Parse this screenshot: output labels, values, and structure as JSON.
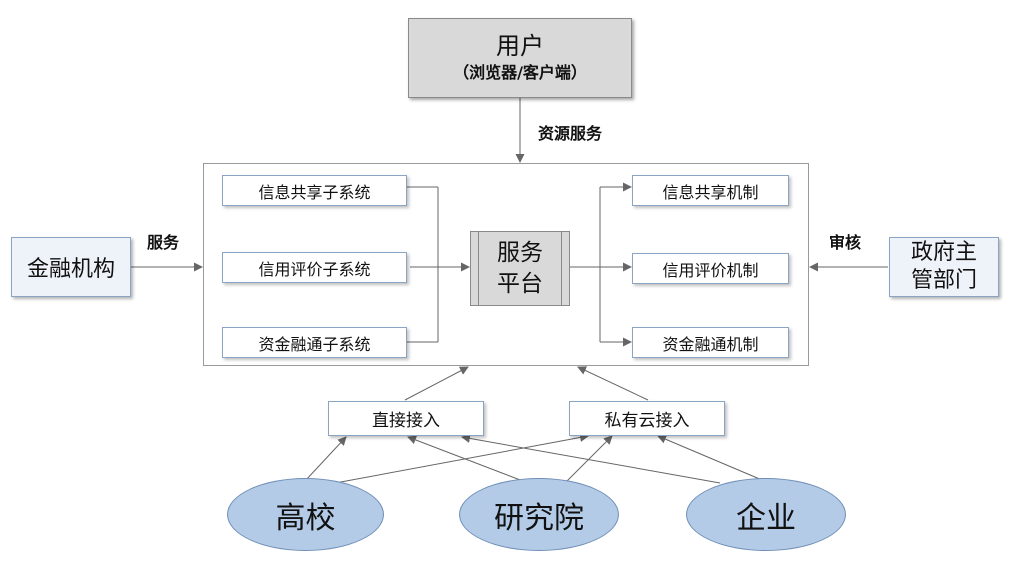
{
  "user": {
    "title": "用户",
    "subtitle": "（浏览器/客户端）"
  },
  "edge_labels": {
    "resource_service": "资源服务",
    "service": "服务",
    "audit": "审核"
  },
  "finance": {
    "label": "金融机构"
  },
  "government": {
    "line1": "政府主",
    "line2": "管部门"
  },
  "platform": {
    "line1": "服务",
    "line2": "平台"
  },
  "subsystems": [
    "信息共享子系统",
    "信用评价子系统",
    "资金融通子系统"
  ],
  "mechanisms": [
    "信息共享机制",
    "信用评价机制",
    "资金融通机制"
  ],
  "access": {
    "direct": "直接接入",
    "private_cloud": "私有云接入"
  },
  "sources": [
    "高校",
    "研究院",
    "企业"
  ],
  "colors": {
    "ellipse_fill": "#b4cbe8",
    "box_border": "#8aa4c4",
    "gray_fill": "#d9d9d9",
    "arrow": "#666666"
  }
}
